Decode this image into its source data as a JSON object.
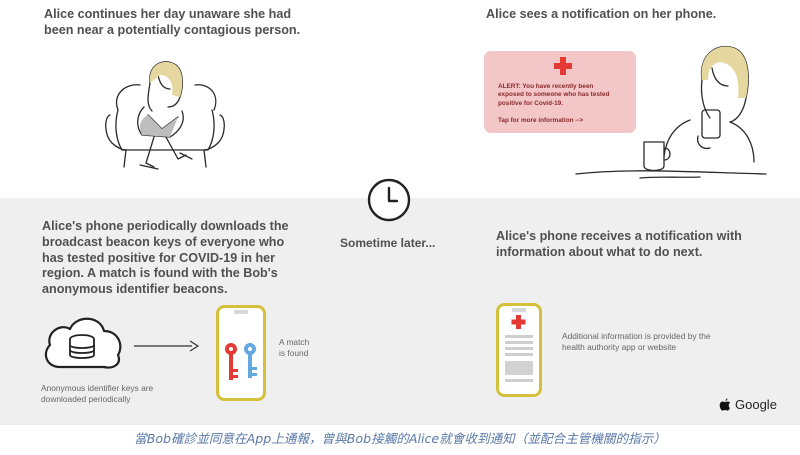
{
  "top_left": {
    "line1": "Alice continues her day unaware she had",
    "line2": "been near a potentially contagious person."
  },
  "top_right": {
    "line1": "Alice sees a notification on her phone."
  },
  "alert": {
    "line1": "ALERT:  You have recently been",
    "line2": "exposed to someone who has tested",
    "line3": "positive for Covid-19.",
    "tap": "Tap for more information -->"
  },
  "middle": {
    "label": "Sometime later..."
  },
  "bottom_left": {
    "line1": "Alice's phone periodically downloads the",
    "line2": "broadcast beacon keys of everyone who",
    "line3": "has tested positive for COVID-19 in her",
    "line4": "region. A match is found with the Bob's",
    "line5": "anonymous identifier beacons.",
    "cloud_caption1": "Anonymous identifier keys are",
    "cloud_caption2": "downloaded periodically",
    "match1": "A match",
    "match2": "is found"
  },
  "bottom_right": {
    "line1": "Alice's phone receives a notification with",
    "line2": "information about what to do next.",
    "info1": "Additional information is provided by the",
    "info2": "health authority app or website"
  },
  "brand": {
    "apple": "",
    "name": "Google"
  },
  "caption": "當Bob確診並同意在App上通報，曾與Bob接觸的Alice就會收到通知（並配合主管機關的指示）"
}
